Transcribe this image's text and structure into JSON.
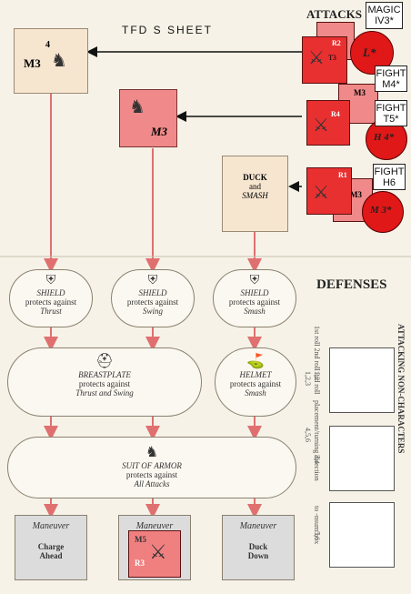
{
  "sheet_title": "TFD S    SHEET",
  "attacks": {
    "title": "ATTACKS",
    "cream_box_label": "M3",
    "cream_box_digit": "4",
    "pink_box_label": "M3",
    "duck_box": {
      "line1": "DUCK",
      "line2": "and",
      "line3": "SMASH"
    },
    "rows": [
      {
        "tag_line1": "MAGIC",
        "tag_line2": "IV3*",
        "chit_top": "R2",
        "chit_mid": "T3",
        "circle_label": "L*"
      },
      {
        "tag_line1": "FIGHT",
        "tag_line2": "M4*",
        "chit_top": "R4",
        "chit_mid": "M3",
        "circle_label": "H 4*"
      },
      {
        "tag_line1": "FIGHT",
        "tag_line2": "T5*",
        "chit_top": "",
        "chit_mid": "",
        "circle_label": ""
      },
      {
        "tag_line1": "FIGHT",
        "tag_line2": "H6",
        "chit_top": "R1",
        "chit_mid": "M3",
        "circle_label": "M 3*"
      }
    ]
  },
  "defenses": {
    "title": "DEFENSES",
    "shields": [
      {
        "name": "SHIELD",
        "text": "protects against",
        "attack": "Thrust"
      },
      {
        "name": "SHIELD",
        "text": "protects against",
        "attack": "Swing"
      },
      {
        "name": "SHIELD",
        "text": "protects against",
        "attack": "Smash"
      }
    ],
    "breastplate": {
      "name": "BREASTPLATE",
      "text": "protects against",
      "attack": "Thrust and Swing"
    },
    "helmet": {
      "name": "HELMET",
      "text": "protects against",
      "attack": "Smash"
    },
    "armor": {
      "name": "SUIT OF ARMOR",
      "text": "protects against",
      "attack": "All Attacks"
    },
    "side_labels": {
      "roll": "1st roll  2nd roll  3rd roll",
      "r1": "1,2",
      "r2": "1,2,3",
      "r3": "3,4",
      "r4": "4,5,6",
      "r5": "5,6",
      "placement": "placement/turning direction",
      "nonchar": "ATTACKING NON-CHARACTERS",
      "box": "to -nsum box"
    }
  },
  "maneuvers": [
    {
      "title": "Maneuver",
      "line1": "Charge",
      "line2": "Ahead"
    },
    {
      "title": "Maneuver",
      "line1": "M5",
      "line2": "R3"
    },
    {
      "title": "Maneuver",
      "line1": "Duck",
      "line2": "Down"
    }
  ]
}
